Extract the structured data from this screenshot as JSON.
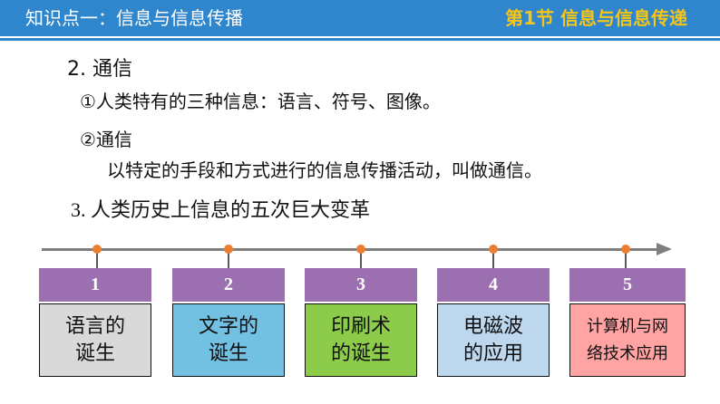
{
  "header": {
    "topic": "知识点一：信息与信息传播",
    "section": "第1节 信息与信息传递",
    "band_color": "#2f86cc",
    "section_color": "#f5c518"
  },
  "body": {
    "heading2": "2. 通信",
    "item1": "①人类特有的三种信息：语言、符号、图像。",
    "item2_title": "②通信",
    "item2_desc": "以特定的手段和方式进行的信息传播活动，叫做通信。",
    "heading3_num": "3. ",
    "heading3_text": "人类历史上信息的五次巨大变革"
  },
  "timeline": {
    "line_color": "#7f7f7f",
    "dot_color": "#ed7d31",
    "number_box_color": "#9b6fb0",
    "stages": [
      {
        "number": "1",
        "line1": "语言的",
        "line2": "诞生",
        "color": "#d9d9d9"
      },
      {
        "number": "2",
        "line1": "文字的",
        "line2": "诞生",
        "color": "#72c1e3"
      },
      {
        "number": "3",
        "line1": "印刷术",
        "line2": "的诞生",
        "color": "#8ccc4a"
      },
      {
        "number": "4",
        "line1": "电磁波",
        "line2": "的应用",
        "color": "#bdd7ee"
      },
      {
        "number": "5",
        "line1": "计算机与网",
        "line2": "络技术应用",
        "color": "#ffa3a3"
      }
    ]
  }
}
